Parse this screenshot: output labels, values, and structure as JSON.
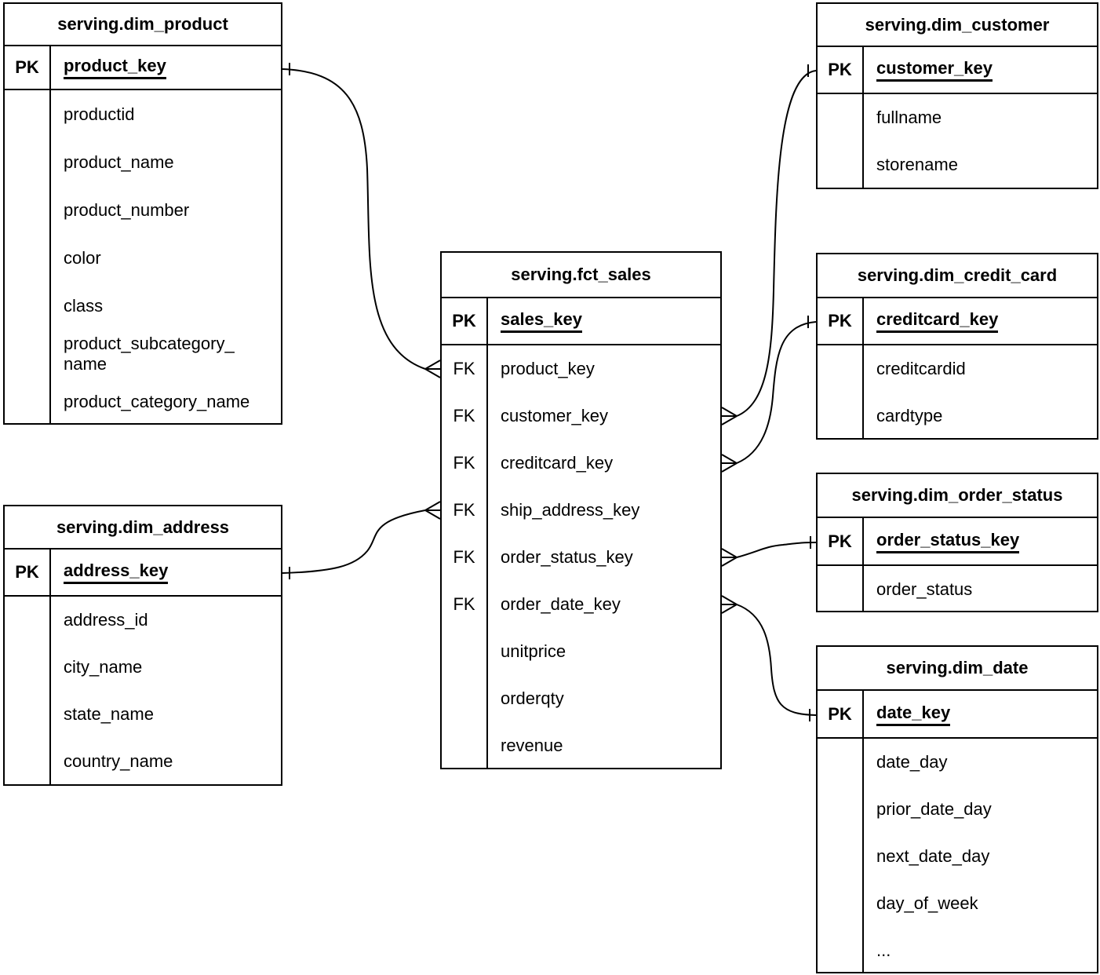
{
  "tables": {
    "dim_product": {
      "title": "serving.dim_product",
      "pk": {
        "label": "PK",
        "field": "product_key"
      },
      "fields": [
        {
          "label": "",
          "name": "productid"
        },
        {
          "label": "",
          "name": "product_name"
        },
        {
          "label": "",
          "name": "product_number"
        },
        {
          "label": "",
          "name": "color"
        },
        {
          "label": "",
          "name": "class"
        },
        {
          "label": "",
          "name": "product_subcategory_\nname"
        },
        {
          "label": "",
          "name": "product_category_name"
        }
      ]
    },
    "dim_address": {
      "title": "serving.dim_address",
      "pk": {
        "label": "PK",
        "field": "address_key"
      },
      "fields": [
        {
          "label": "",
          "name": "address_id"
        },
        {
          "label": "",
          "name": "city_name"
        },
        {
          "label": "",
          "name": "state_name"
        },
        {
          "label": "",
          "name": "country_name"
        }
      ]
    },
    "fct_sales": {
      "title": "serving.fct_sales",
      "pk": {
        "label": "PK",
        "field": "sales_key"
      },
      "fields": [
        {
          "label": "FK",
          "name": "product_key"
        },
        {
          "label": "FK",
          "name": "customer_key"
        },
        {
          "label": "FK",
          "name": "creditcard_key"
        },
        {
          "label": "FK",
          "name": "ship_address_key"
        },
        {
          "label": "FK",
          "name": "order_status_key"
        },
        {
          "label": "FK",
          "name": "order_date_key"
        },
        {
          "label": "",
          "name": "unitprice"
        },
        {
          "label": "",
          "name": "orderqty"
        },
        {
          "label": "",
          "name": "revenue"
        }
      ]
    },
    "dim_customer": {
      "title": "serving.dim_customer",
      "pk": {
        "label": "PK",
        "field": "customer_key"
      },
      "fields": [
        {
          "label": "",
          "name": "fullname"
        },
        {
          "label": "",
          "name": "storename"
        }
      ]
    },
    "dim_credit_card": {
      "title": "serving.dim_credit_card",
      "pk": {
        "label": "PK",
        "field": "creditcard_key"
      },
      "fields": [
        {
          "label": "",
          "name": "creditcardid"
        },
        {
          "label": "",
          "name": "cardtype"
        }
      ]
    },
    "dim_order_status": {
      "title": "serving.dim_order_status",
      "pk": {
        "label": "PK",
        "field": "order_status_key"
      },
      "fields": [
        {
          "label": "",
          "name": "order_status"
        }
      ]
    },
    "dim_date": {
      "title": "serving.dim_date",
      "pk": {
        "label": "PK",
        "field": "date_key"
      },
      "fields": [
        {
          "label": "",
          "name": "date_day"
        },
        {
          "label": "",
          "name": "prior_date_day"
        },
        {
          "label": "",
          "name": "next_date_day"
        },
        {
          "label": "",
          "name": "day_of_week"
        },
        {
          "label": "",
          "name": "..."
        }
      ]
    }
  },
  "relationships": [
    {
      "from_table": "serving.fct_sales",
      "from_field": "product_key",
      "to_table": "serving.dim_product",
      "to_field": "product_key",
      "cardinality": "many-to-one"
    },
    {
      "from_table": "serving.fct_sales",
      "from_field": "customer_key",
      "to_table": "serving.dim_customer",
      "to_field": "customer_key",
      "cardinality": "many-to-one"
    },
    {
      "from_table": "serving.fct_sales",
      "from_field": "creditcard_key",
      "to_table": "serving.dim_credit_card",
      "to_field": "creditcard_key",
      "cardinality": "many-to-one"
    },
    {
      "from_table": "serving.fct_sales",
      "from_field": "ship_address_key",
      "to_table": "serving.dim_address",
      "to_field": "address_key",
      "cardinality": "many-to-one"
    },
    {
      "from_table": "serving.fct_sales",
      "from_field": "order_status_key",
      "to_table": "serving.dim_order_status",
      "to_field": "order_status_key",
      "cardinality": "many-to-one"
    },
    {
      "from_table": "serving.fct_sales",
      "from_field": "order_date_key",
      "to_table": "serving.dim_date",
      "to_field": "date_key",
      "cardinality": "many-to-one"
    }
  ],
  "colors": {
    "background": "#ffffff",
    "line": "#000000",
    "text": "#000000"
  }
}
